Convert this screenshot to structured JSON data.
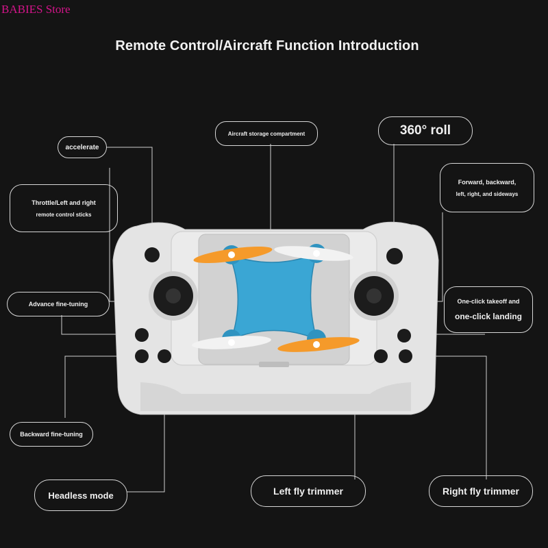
{
  "watermark": "BABIES Store",
  "title": "Remote Control/Aircraft Function Introduction",
  "labels": {
    "accelerate": "accelerate",
    "throttle_line1": "Throttle/Left and right",
    "throttle_line2": "remote control sticks",
    "storage": "Aircraft storage compartment",
    "roll": "360° roll",
    "forward_line1": "Forward, backward,",
    "forward_line2": "left, right, and sideways",
    "advance": "Advance fine-tuning",
    "takeoff_line1": "One-click takeoff and",
    "takeoff_line2": "one-click landing",
    "backward": "Backward fine-tuning",
    "headless": "Headless mode",
    "left_trimmer": "Left fly trimmer",
    "right_trimmer": "Right fly trimmer"
  },
  "colors": {
    "background": "#141414",
    "controller": "#e7e7e7",
    "drone": "#3aa6d4",
    "propeller_orange": "#f59a2a",
    "propeller_white": "#f2f2f2",
    "watermark": "#d4148a"
  }
}
